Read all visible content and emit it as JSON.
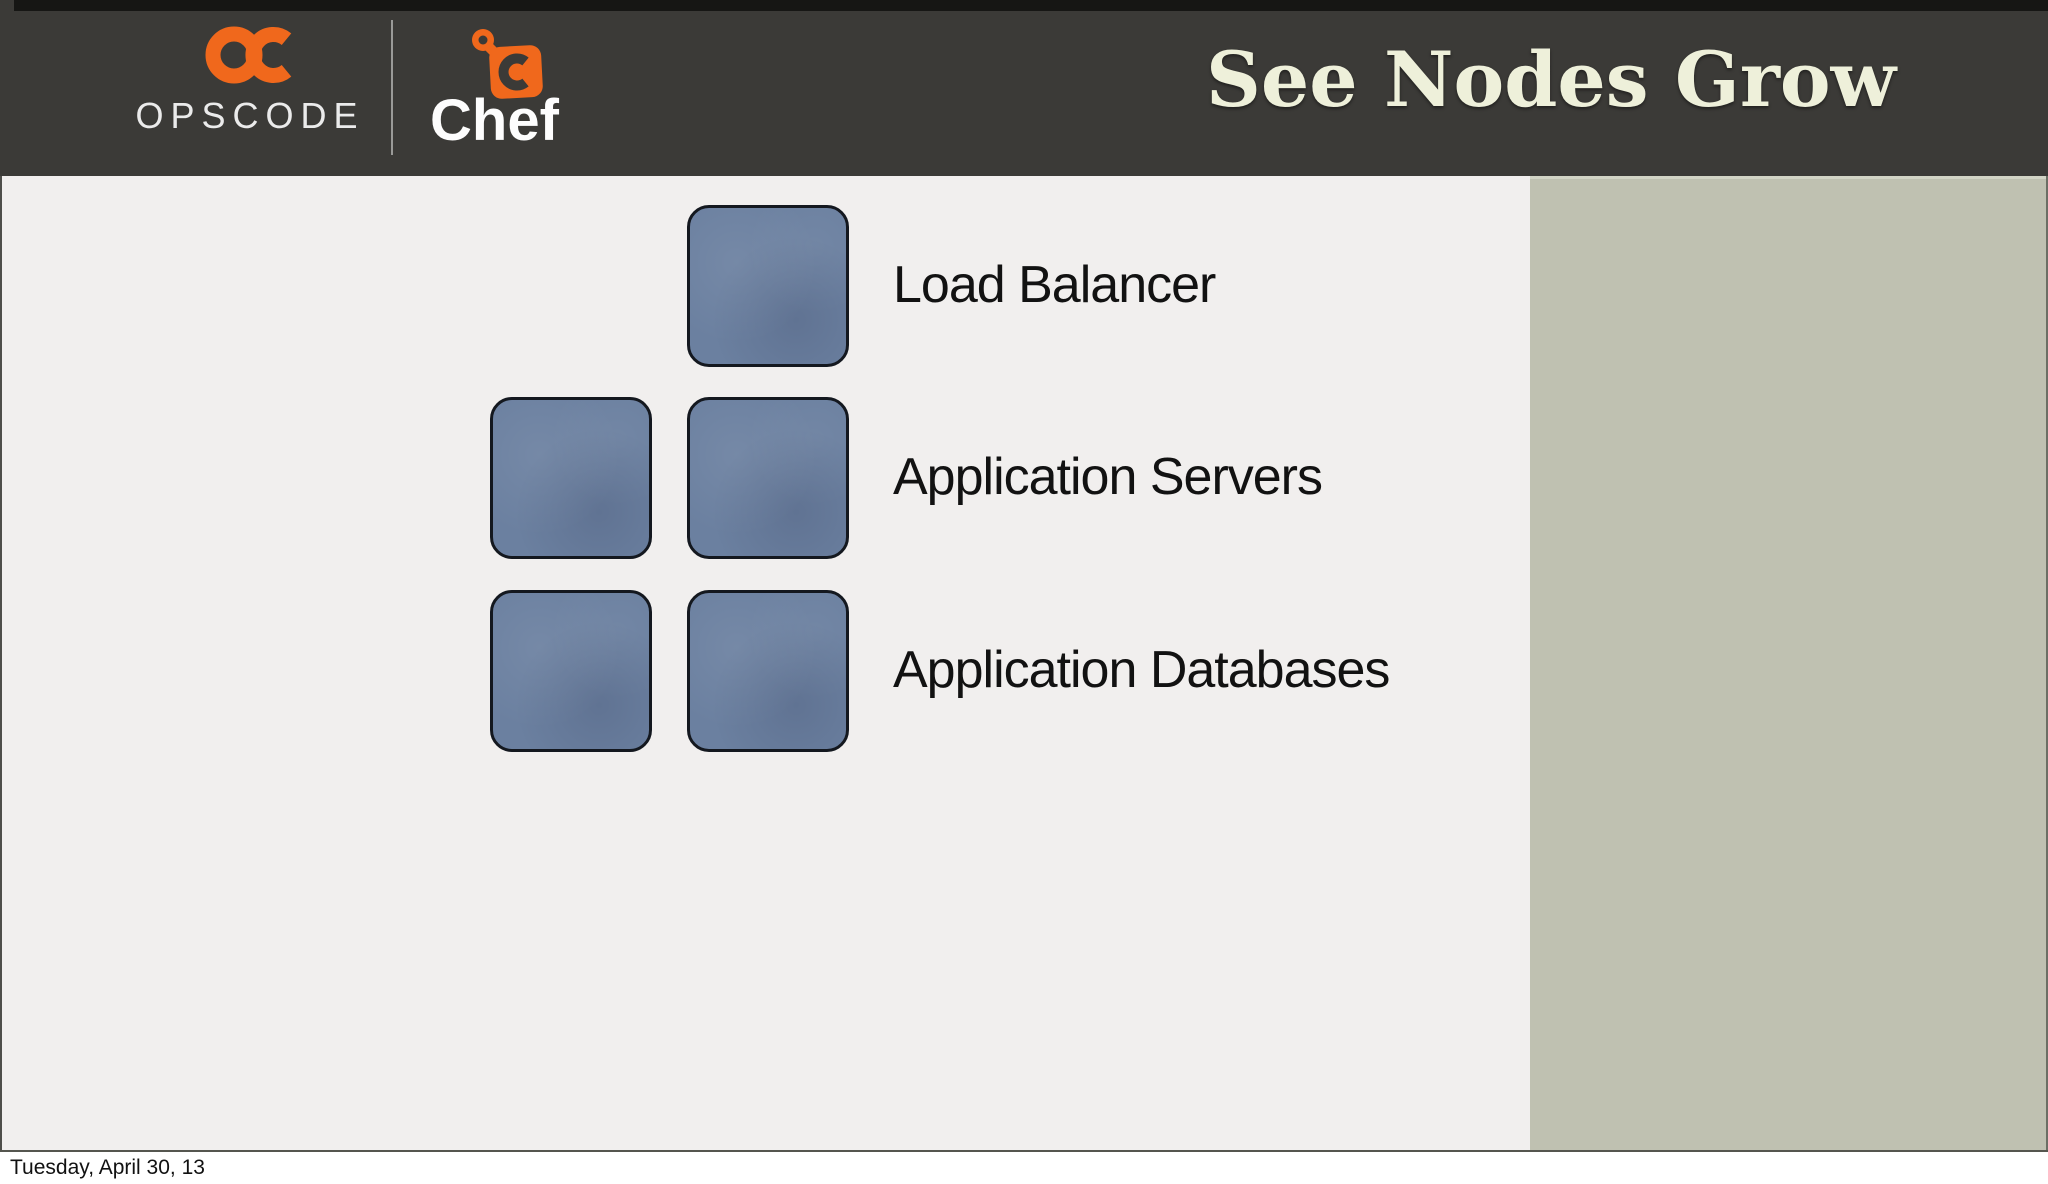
{
  "header": {
    "opscode_brand": {
      "mark": "opscode-oc-monogram",
      "label": "OPSCODE"
    },
    "chef_brand": {
      "mark": "chef-key-logo",
      "label": "Chef"
    },
    "title": "See Nodes Grow"
  },
  "diagram": {
    "rows": [
      {
        "label": "Load Balancer",
        "node_count": 1
      },
      {
        "label": "Application Servers",
        "node_count": 2
      },
      {
        "label": "Application Databases",
        "node_count": 2
      }
    ]
  },
  "footer": {
    "timestamp": "Tuesday, April 30, 13"
  },
  "colors": {
    "brand_orange": "#f0681c",
    "header_background": "#3b3a37",
    "title_cream": "#eef0da",
    "slide_background": "#f1efee",
    "sage_panel": "#bfc1b1",
    "node_fill": "#6b80a0",
    "node_border": "#14181f"
  }
}
